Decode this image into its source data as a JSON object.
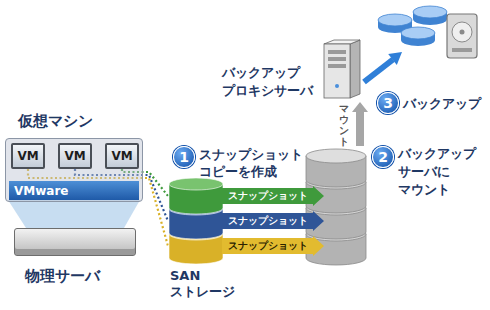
{
  "diagram": {
    "nodes": [
      {
        "text": [
          "仮想マシン"
        ]
      },
      {
        "text": [
          "VM"
        ],
        "in": 0
      },
      {
        "text": [
          "VM"
        ],
        "in": 0
      },
      {
        "text": [
          "VM"
        ],
        "in": 0
      },
      {
        "text": [
          "VMware"
        ],
        "in": 0
      },
      {
        "text": [
          "物理サーバ"
        ]
      },
      {
        "text": [
          "SAN ストレージ"
        ]
      },
      {
        "text": [
          "スナップショット"
        ]
      },
      {
        "text": [
          "スナップショット"
        ]
      },
      {
        "text": [
          "スナップショット"
        ]
      },
      {
        "text": [
          "バックアップ プロキシサーバ"
        ]
      },
      {
        "text": [
          "1"
        ]
      },
      {
        "text": [
          "2"
        ]
      },
      {
        "text": [
          "3"
        ]
      }
    ],
    "edges": [
      {
        "from": 3,
        "to": 6,
        "arrow": "none"
      },
      {
        "from": 2,
        "to": 6,
        "arrow": "none"
      },
      {
        "from": 1,
        "to": 6,
        "arrow": "none"
      }
    ],
    "labels": [
      "スナップショット コピーを作成",
      "バックアップ サーバに マウント",
      "マウント",
      "バックアップ"
    ]
  }
}
